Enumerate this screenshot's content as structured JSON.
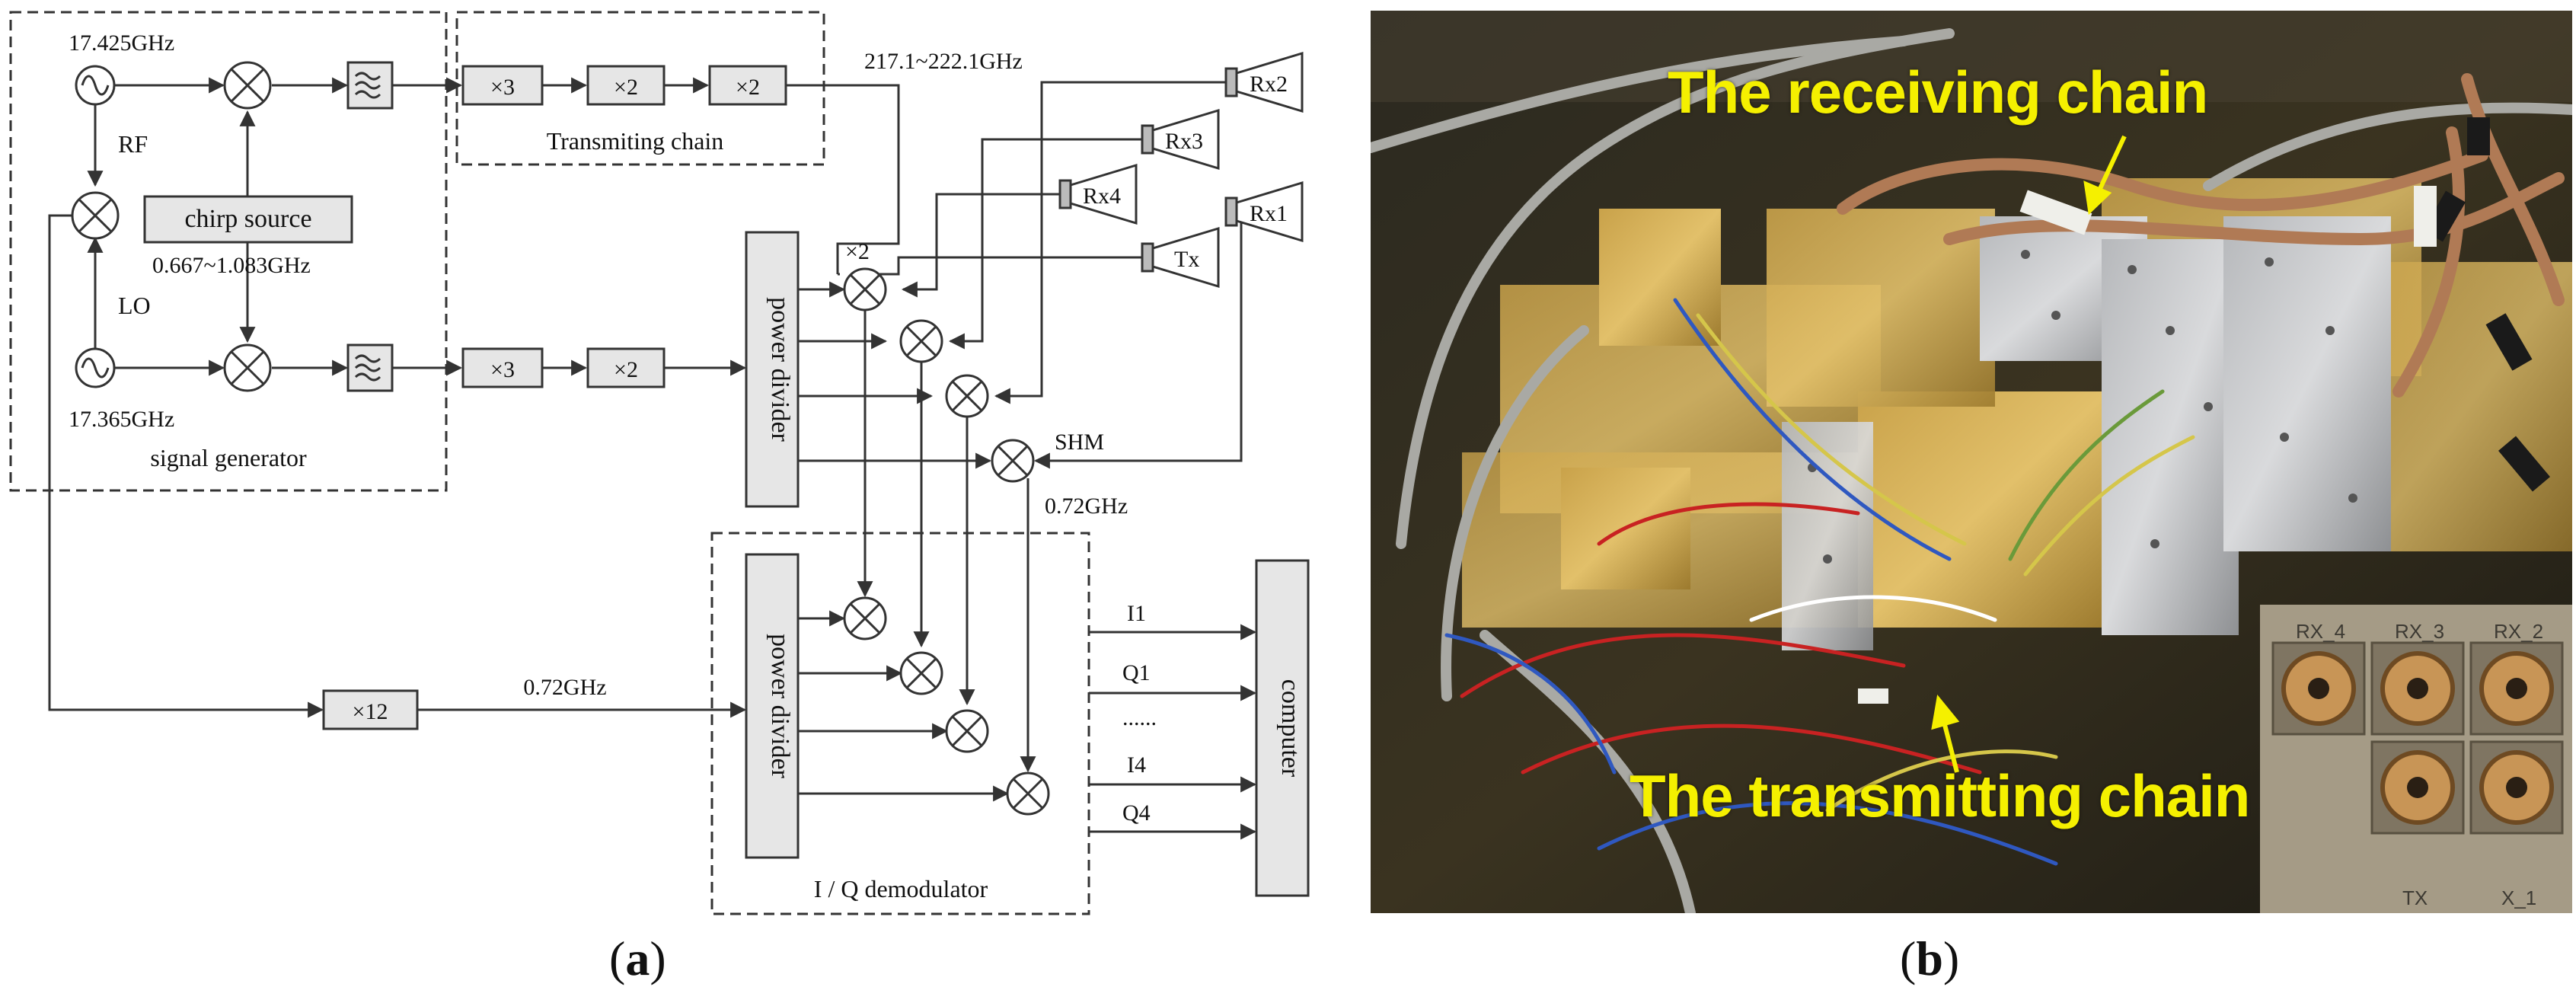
{
  "figure": {
    "panel_a": {
      "caption_open": "(",
      "caption_letter": "a",
      "caption_close": ")",
      "signal_generator": {
        "title": "signal generator",
        "rf_freq": "17.425GHz",
        "lo_freq": "17.365GHz",
        "rf_label": "RF",
        "lo_label": "LO",
        "chirp_source": "chirp source",
        "chirp_range": "0.667~1.083GHz"
      },
      "transmitting_chain": {
        "title": "Transmiting chain",
        "multipliers": [
          "×3",
          "×2",
          "×2"
        ],
        "output_band": "217.1~222.1GHz"
      },
      "lo_chain_multipliers": [
        "×3",
        "×2"
      ],
      "antennas": [
        "Rx2",
        "Rx3",
        "Rx4",
        "Rx1",
        "Tx"
      ],
      "power_divider_top": "power divider",
      "doubler": "×2",
      "shm_label": "SHM",
      "if_freq": "0.72GHz",
      "ref_multiplier": "×12",
      "ref_freq": "0.72GHz",
      "iq_demodulator": {
        "title": "I / Q demodulator",
        "power_divider": "power divider"
      },
      "outputs": [
        "I1",
        "Q1",
        "......",
        "I4",
        "Q4"
      ],
      "computer": "computer"
    },
    "panel_b": {
      "caption_open": "(",
      "caption_letter": "b",
      "caption_close": ")",
      "receiving_chain": "The receiving chain",
      "transmitting_chain": "The transmitting chain",
      "ports": [
        "RX_4",
        "RX_3",
        "RX_2",
        "TX",
        "X_1"
      ]
    }
  }
}
